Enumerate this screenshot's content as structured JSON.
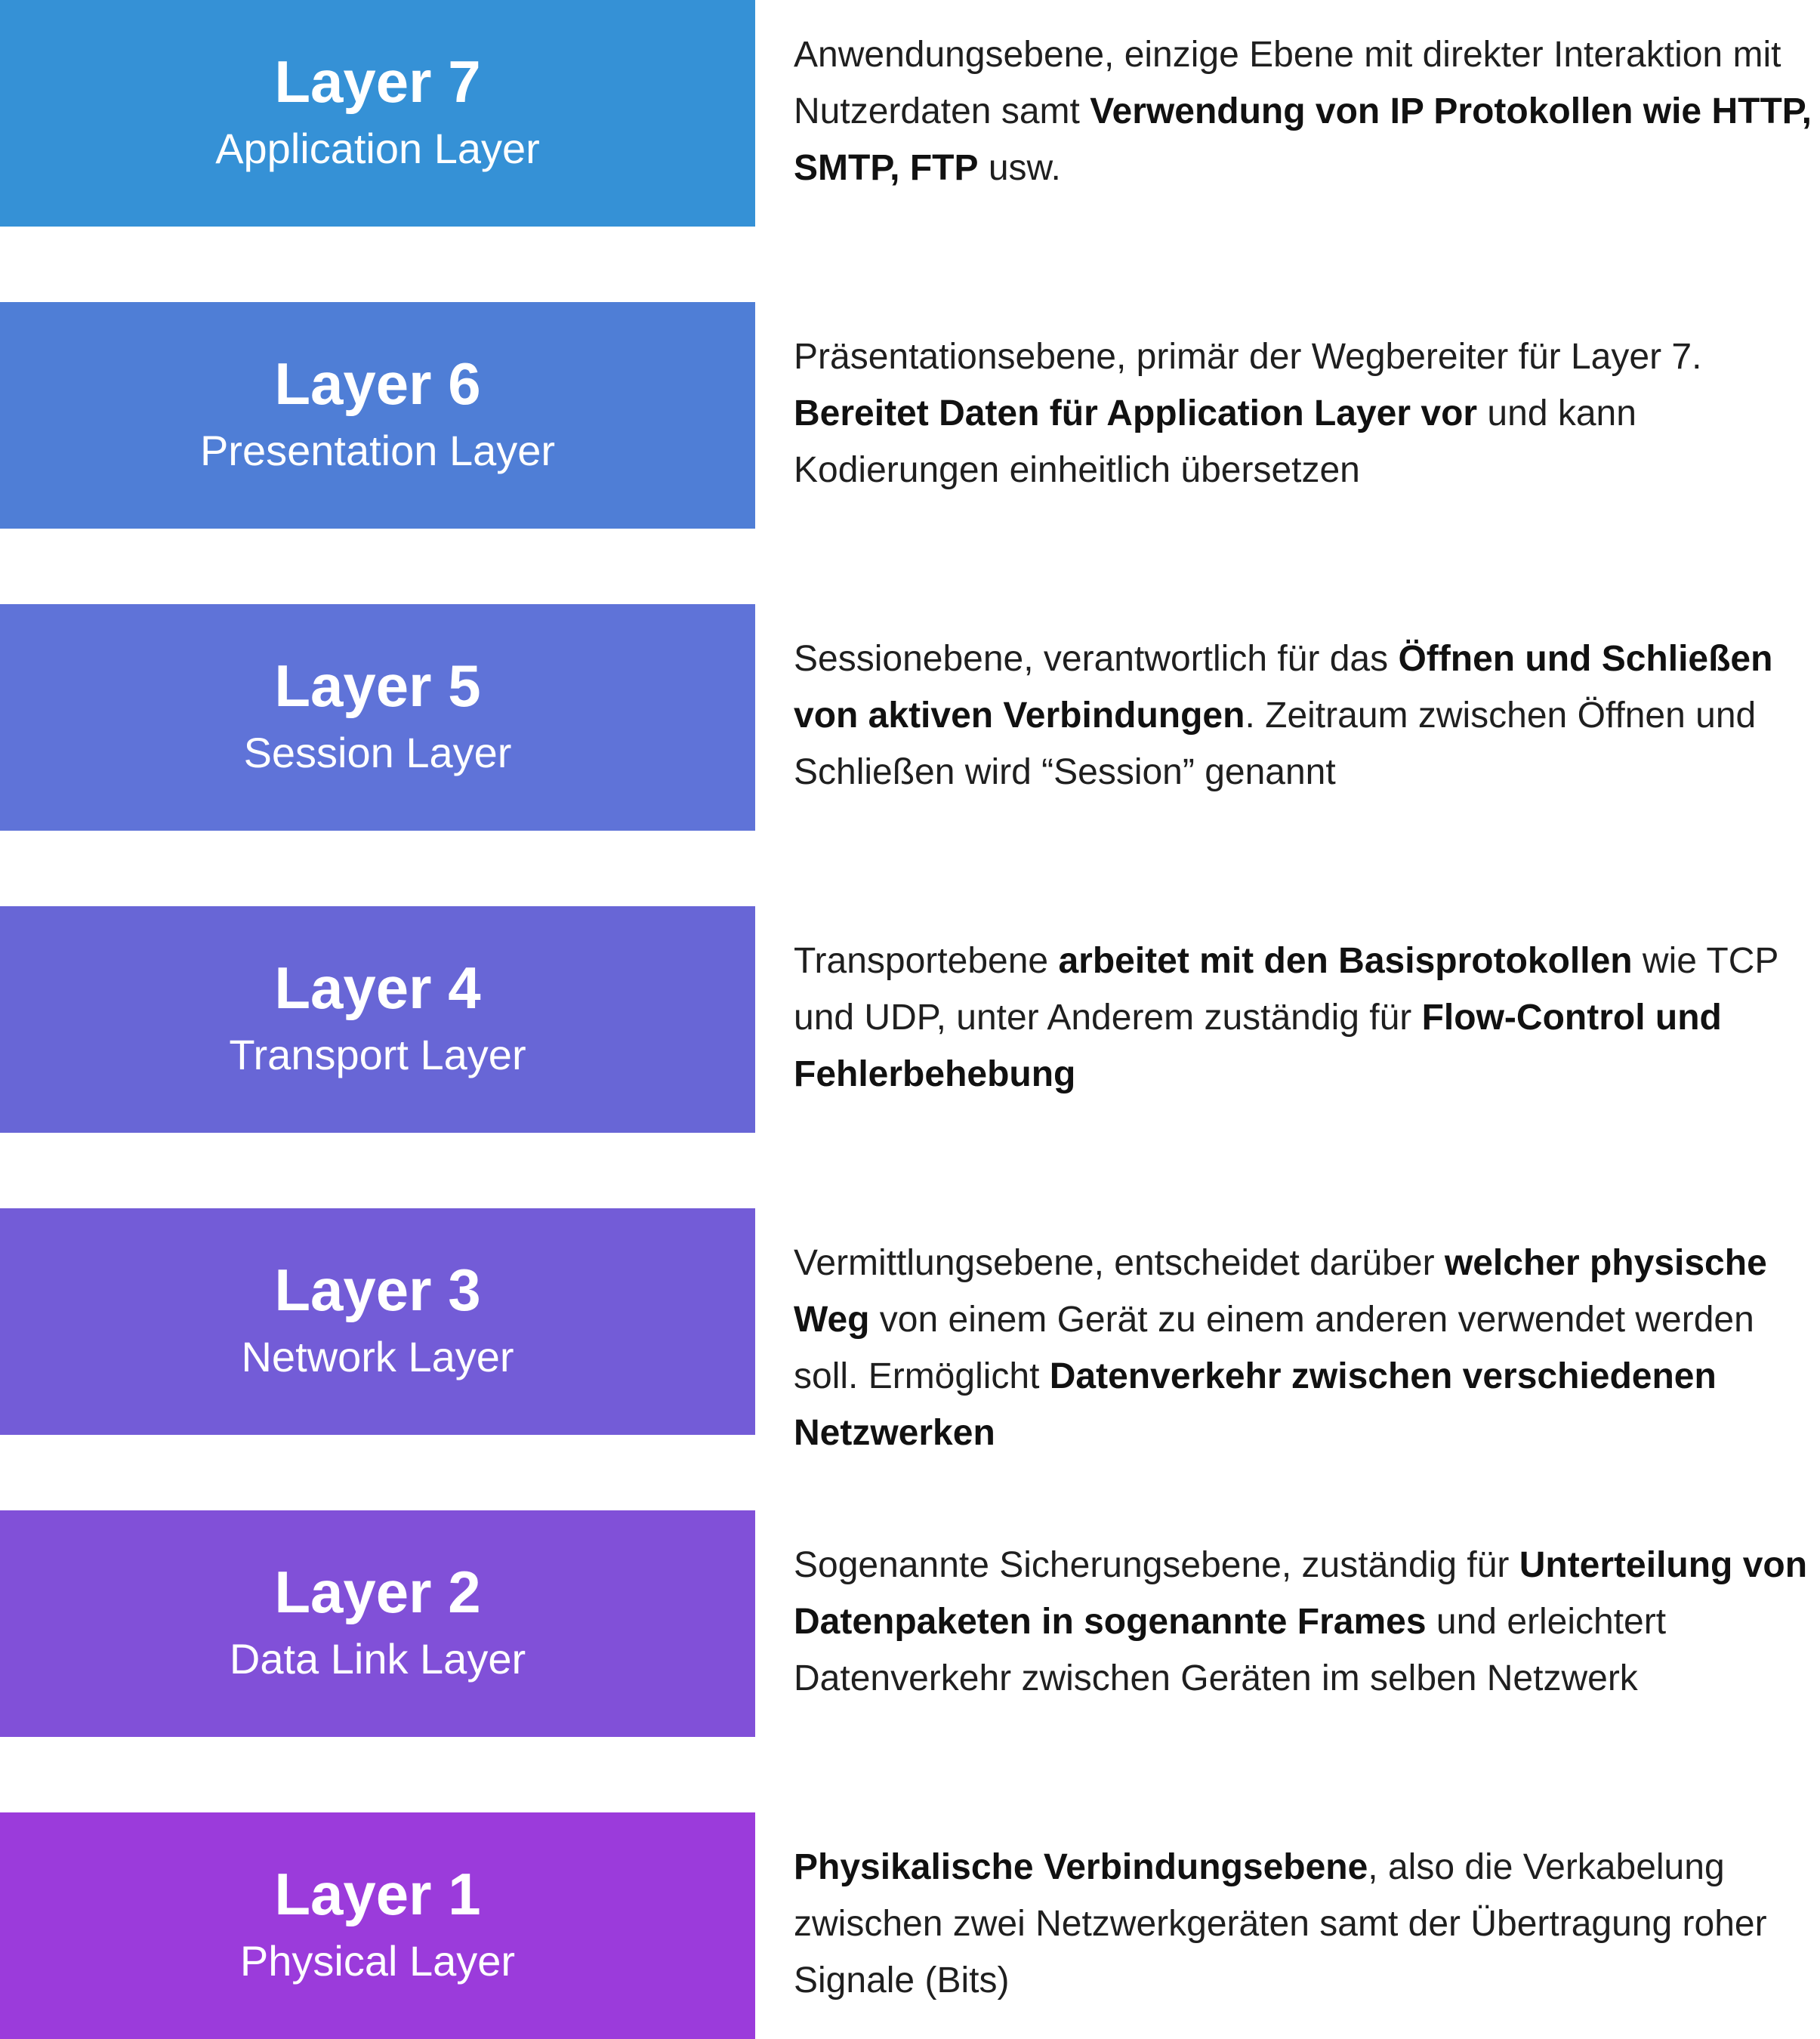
{
  "layers": [
    {
      "title": "Layer 7",
      "subtitle": "Application Layer",
      "color": "#3591D6",
      "description": [
        [
          {
            "t": "Anwendungsebene, einzige Ebene mit direkter Interaktion mit",
            "b": false
          }
        ],
        [
          {
            "t": "Nutzerdaten samt ",
            "b": false
          },
          {
            "t": "Verwendung von IP Protokollen wie HTTP,",
            "b": true
          }
        ],
        [
          {
            "t": "SMTP, FTP",
            "b": true
          },
          {
            "t": " usw.",
            "b": false
          }
        ]
      ]
    },
    {
      "title": "Layer 6",
      "subtitle": "Presentation Layer",
      "color": "#4F7ED6",
      "description": [
        [
          {
            "t": "Präsentationsebene, primär der Wegbereiter für Layer 7.",
            "b": false
          }
        ],
        [
          {
            "t": "Bereitet Daten für Application Layer vor",
            "b": true
          },
          {
            "t": " und kann",
            "b": false
          }
        ],
        [
          {
            "t": "Kodierungen einheitlich übersetzen",
            "b": false
          }
        ]
      ]
    },
    {
      "title": "Layer 5",
      "subtitle": "Session Layer",
      "color": "#5F73D8",
      "description": [
        [
          {
            "t": "Sessionebene, verantwortlich für das ",
            "b": false
          },
          {
            "t": "Öffnen und Schließen",
            "b": true
          }
        ],
        [
          {
            "t": "von aktiven Verbindungen",
            "b": true
          },
          {
            "t": ". Zeitraum zwischen Öffnen und",
            "b": false
          }
        ],
        [
          {
            "t": "Schließen wird “Session” genannt",
            "b": false
          }
        ]
      ]
    },
    {
      "title": "Layer 4",
      "subtitle": "Transport Layer",
      "color": "#6866D6",
      "description": [
        [
          {
            "t": "Transportebene ",
            "b": false
          },
          {
            "t": "arbeitet mit den Basisprotokollen",
            "b": true
          },
          {
            "t": " wie TCP",
            "b": false
          }
        ],
        [
          {
            "t": "und UDP, unter Anderem zuständig für ",
            "b": false
          },
          {
            "t": "Flow-Control und",
            "b": true
          }
        ],
        [
          {
            "t": "Fehlerbehebung",
            "b": true
          }
        ]
      ]
    },
    {
      "title": "Layer 3",
      "subtitle": "Network Layer",
      "color": "#735CD7",
      "description": [
        [
          {
            "t": "Vermittlungsebene, entscheidet darüber ",
            "b": false
          },
          {
            "t": "welcher physische",
            "b": true
          }
        ],
        [
          {
            "t": "Weg",
            "b": true
          },
          {
            "t": " von einem Gerät zu einem anderen verwendet werden",
            "b": false
          }
        ],
        [
          {
            "t": "soll. Ermöglicht ",
            "b": false
          },
          {
            "t": "Datenverkehr zwischen verschiedenen",
            "b": true
          }
        ],
        [
          {
            "t": "Netzwerken",
            "b": true
          }
        ]
      ]
    },
    {
      "title": "Layer 2",
      "subtitle": "Data Link Layer",
      "color": "#8150D8",
      "description": [
        [
          {
            "t": "Sogenannte Sicherungsebene, zuständig für ",
            "b": false
          },
          {
            "t": "Unterteilung von",
            "b": true
          }
        ],
        [
          {
            "t": "Datenpaketen in sogenannte Frames",
            "b": true
          },
          {
            "t": " und erleichtert",
            "b": false
          }
        ],
        [
          {
            "t": "Datenverkehr zwischen Geräten im selben Netzwerk",
            "b": false
          }
        ]
      ]
    },
    {
      "title": "Layer 1",
      "subtitle": "Physical Layer",
      "color": "#9B3BDB",
      "description": [
        [
          {
            "t": "Physikalische Verbindungsebene",
            "b": true
          },
          {
            "t": ", also die Verkabelung",
            "b": false
          }
        ],
        [
          {
            "t": "zwischen zwei Netzwerkgeräten samt der Übertragung roher",
            "b": false
          }
        ],
        [
          {
            "t": "Signale (Bits)",
            "b": false
          }
        ]
      ]
    }
  ]
}
